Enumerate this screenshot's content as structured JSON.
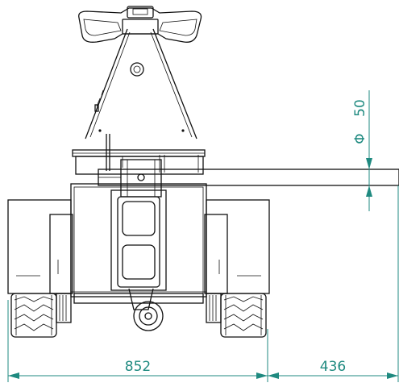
{
  "drawing": {
    "dimensions": {
      "wheel_track": "852",
      "bar_extension": "436",
      "diameter_value": "50",
      "diameter_symbol": "Φ"
    },
    "colors": {
      "dimension": "#1f8a80",
      "linework": "#111111",
      "background": "#ffffff"
    }
  }
}
